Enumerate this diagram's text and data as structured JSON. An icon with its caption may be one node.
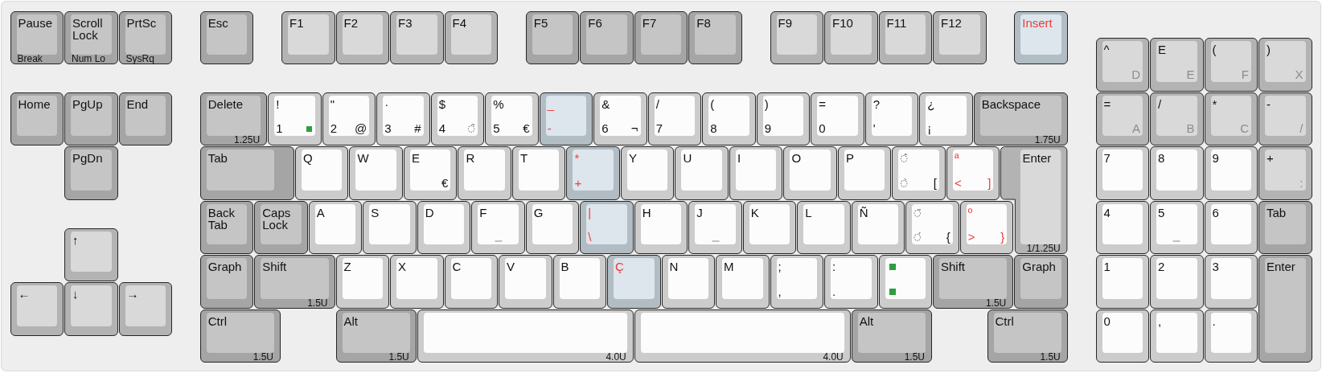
{
  "diagram": {
    "nodes": [
      {
        "text": [
          "Pause",
          "Break"
        ]
      },
      {
        "text": [
          "Scroll Lock",
          "Num Lo"
        ]
      },
      {
        "text": [
          "PrtSc",
          "SysRq"
        ]
      },
      {
        "text": [
          "Esc"
        ]
      },
      {
        "text": [
          "F1"
        ]
      },
      {
        "text": [
          "F2"
        ]
      },
      {
        "text": [
          "F3"
        ]
      },
      {
        "text": [
          "F4"
        ]
      },
      {
        "text": [
          "F5"
        ]
      },
      {
        "text": [
          "F6"
        ]
      },
      {
        "text": [
          "F7"
        ]
      },
      {
        "text": [
          "F8"
        ]
      },
      {
        "text": [
          "F9"
        ]
      },
      {
        "text": [
          "F10"
        ]
      },
      {
        "text": [
          "F11"
        ]
      },
      {
        "text": [
          "F12"
        ]
      },
      {
        "text": [
          "Insert"
        ]
      },
      {
        "text": [
          "^",
          "D"
        ]
      },
      {
        "text": [
          "E",
          "E"
        ]
      },
      {
        "text": [
          "(",
          "F"
        ]
      },
      {
        "text": [
          ")",
          "X"
        ]
      },
      {
        "text": [
          "Home"
        ]
      },
      {
        "text": [
          "PgUp"
        ]
      },
      {
        "text": [
          "End"
        ]
      },
      {
        "text": [
          "Delete",
          "1.25U"
        ]
      },
      {
        "text": [
          "!",
          "1"
        ]
      },
      {
        "text": [
          "\"",
          "2",
          "@"
        ]
      },
      {
        "text": [
          "·",
          "3",
          "#"
        ]
      },
      {
        "text": [
          "$",
          "4",
          "◌̃"
        ]
      },
      {
        "text": [
          "%",
          "5",
          "€"
        ]
      },
      {
        "text": [
          "_",
          "-"
        ]
      },
      {
        "text": [
          "&",
          "6",
          "¬"
        ]
      },
      {
        "text": [
          "/",
          "7"
        ]
      },
      {
        "text": [
          "(",
          "8"
        ]
      },
      {
        "text": [
          ")",
          "9"
        ]
      },
      {
        "text": [
          "=",
          "0"
        ]
      },
      {
        "text": [
          "?",
          "'"
        ]
      },
      {
        "text": [
          "¿",
          "¡"
        ]
      },
      {
        "text": [
          "Backspace",
          "1.75U"
        ]
      },
      {
        "text": [
          "=",
          "A"
        ]
      },
      {
        "text": [
          "/",
          "B"
        ]
      },
      {
        "text": [
          "*",
          "C"
        ]
      },
      {
        "text": [
          "-",
          "/"
        ]
      },
      {
        "text": [
          "PgDn"
        ]
      },
      {
        "text": [
          "Tab"
        ]
      },
      {
        "text": [
          "Q"
        ]
      },
      {
        "text": [
          "W"
        ]
      },
      {
        "text": [
          "E",
          "€"
        ]
      },
      {
        "text": [
          "R"
        ]
      },
      {
        "text": [
          "T"
        ]
      },
      {
        "text": [
          "*",
          "+"
        ]
      },
      {
        "text": [
          "Y"
        ]
      },
      {
        "text": [
          "U"
        ]
      },
      {
        "text": [
          "I"
        ]
      },
      {
        "text": [
          "O"
        ]
      },
      {
        "text": [
          "P"
        ]
      },
      {
        "text": [
          "◌̂",
          "◌̀",
          "["
        ]
      },
      {
        "text": [
          "ª",
          "<",
          "]"
        ]
      },
      {
        "text": [
          "Enter",
          "1/1.25U"
        ]
      },
      {
        "text": [
          "7"
        ]
      },
      {
        "text": [
          "8"
        ]
      },
      {
        "text": [
          "9"
        ]
      },
      {
        "text": [
          "+",
          ":"
        ]
      },
      {
        "text": [
          "Back Tab"
        ]
      },
      {
        "text": [
          "Caps Lock"
        ]
      },
      {
        "text": [
          "A"
        ]
      },
      {
        "text": [
          "S"
        ]
      },
      {
        "text": [
          "D"
        ]
      },
      {
        "text": [
          "F"
        ]
      },
      {
        "text": [
          "G"
        ]
      },
      {
        "text": [
          "|",
          "\\"
        ]
      },
      {
        "text": [
          "H"
        ]
      },
      {
        "text": [
          "J"
        ]
      },
      {
        "text": [
          "K"
        ]
      },
      {
        "text": [
          "L"
        ]
      },
      {
        "text": [
          "Ñ"
        ]
      },
      {
        "text": [
          "◌̈",
          "◌́",
          "{"
        ]
      },
      {
        "text": [
          "º",
          ">",
          "}"
        ]
      },
      {
        "text": [
          "4"
        ]
      },
      {
        "text": [
          "5"
        ]
      },
      {
        "text": [
          "6"
        ]
      },
      {
        "text": [
          "Tab"
        ]
      },
      {
        "text": [
          "↑"
        ]
      },
      {
        "text": [
          "Graph"
        ]
      },
      {
        "text": [
          "Shift",
          "1.5U"
        ]
      },
      {
        "text": [
          "Z"
        ]
      },
      {
        "text": [
          "X"
        ]
      },
      {
        "text": [
          "C"
        ]
      },
      {
        "text": [
          "V"
        ]
      },
      {
        "text": [
          "B"
        ]
      },
      {
        "text": [
          "Ç"
        ]
      },
      {
        "text": [
          "N"
        ]
      },
      {
        "text": [
          "M"
        ]
      },
      {
        "text": [
          ";",
          ","
        ]
      },
      {
        "text": [
          ":",
          "."
        ]
      },
      {
        "text": [],
        "shape": "box"
      },
      {
        "text": [
          "Shift",
          "1.5U"
        ]
      },
      {
        "text": [
          "Graph"
        ]
      },
      {
        "text": [
          "1"
        ]
      },
      {
        "text": [
          "2"
        ]
      },
      {
        "text": [
          "3"
        ]
      },
      {
        "text": [
          "Enter"
        ]
      },
      {
        "text": [
          "←"
        ]
      },
      {
        "text": [
          "↓"
        ]
      },
      {
        "text": [
          "→"
        ]
      },
      {
        "text": [
          "Ctrl",
          "1.5U"
        ]
      },
      {
        "text": [
          "Alt",
          "1.5U"
        ]
      },
      {
        "text": [
          "4.0U"
        ]
      },
      {
        "text": [
          "4.0U"
        ]
      },
      {
        "text": [
          "Alt",
          "1.5U"
        ]
      },
      {
        "text": [
          "Ctrl",
          "1.5U"
        ]
      },
      {
        "text": [
          "0"
        ]
      },
      {
        "text": [
          ","
        ]
      },
      {
        "text": [
          "."
        ]
      }
    ]
  }
}
